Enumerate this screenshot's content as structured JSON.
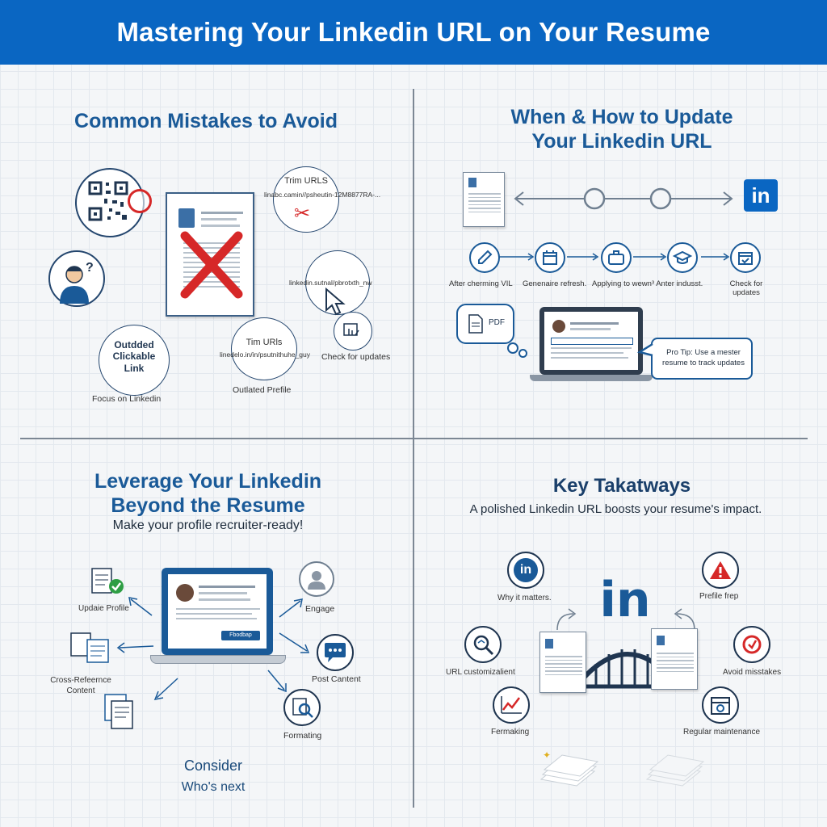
{
  "title": "Mastering Your Linkedin URL on Your Resume",
  "sections": {
    "mistakes": {
      "title": "Common Mistakes to Avoid",
      "trim_top_title": "Trim URLS",
      "trim_top_url": "linabc.camin//psheutin-12M8877RA-...",
      "hover_url": "linkedin.sutnal/pbrotxth_nw",
      "trim_bottom_title": "Tim URls",
      "trim_bottom_url": "linedelo.in/in/psutnithuhe_guy",
      "outdated_link": "Outdded Clickable Link",
      "focus": "Focus on Linkedin",
      "outdated_profile": "Outlated Prefile",
      "check_updates": "Check for updates"
    },
    "update": {
      "title_line1": "When & How to Update",
      "title_line2": "Your Linkedin URL",
      "steps": [
        "After cherming VIL",
        "Genenaire refresh.",
        "Applying to wewn³ Anter indusst.",
        "Check for updates"
      ],
      "pdf_label": "PDF",
      "pro_tip": "Pro Tip: Use a mester resume to track updates"
    },
    "leverage": {
      "title_line1": "Leverage Your Linkedin",
      "title_line2": "Beyond the Resume",
      "subtitle": "Make your profile recruiter-ready!",
      "screen_button": "Fbodbap",
      "update_profile": "Updaie Profile",
      "cross_reference": "Cross-Refeernce Content",
      "engage": "Engage",
      "post_content": "Post Cantent",
      "formatting": "Formating",
      "consider": "Consider",
      "whos_next": "Who's next"
    },
    "takeaways": {
      "title": "Key Takatways",
      "subtitle": "A polished Linkedin URL boosts your resume's impact.",
      "why": "Why it matters.",
      "profile_prep": "Prefile frep",
      "url_custom": "URL customizalient",
      "avoid": "Avoid misstakes",
      "framing": "Fermaking",
      "maintenance": "Regular maintenance",
      "big_logo": "in"
    }
  },
  "icons": {
    "linkedin_badge": "in"
  },
  "colors": {
    "brand": "#0a66c2",
    "heading": "#1a5a98",
    "warning": "#d62828",
    "success": "#2e9e44"
  }
}
